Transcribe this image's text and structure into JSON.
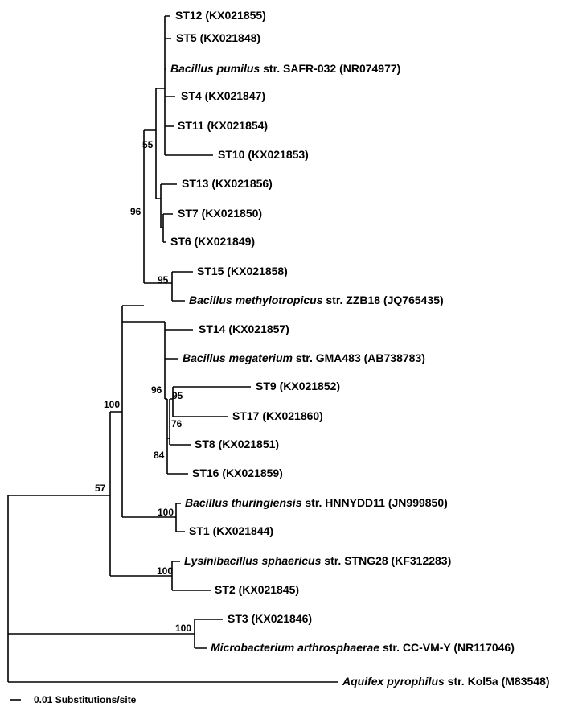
{
  "taxa": {
    "st12": {
      "id": "ST12",
      "acc": "(KX021855)"
    },
    "st5": {
      "id": "ST5",
      "acc": "(KX021848)"
    },
    "pumilus": {
      "genus_species": "Bacillus pumilus",
      "strain": " str. SAFR-032 (NR074977)"
    },
    "st4": {
      "id": "ST4",
      "acc": "(KX021847)"
    },
    "st11": {
      "id": "ST11",
      "acc": "(KX021854)"
    },
    "st10": {
      "id": "ST10",
      "acc": "(KX021853)"
    },
    "st13": {
      "id": "ST13",
      "acc": "(KX021856)"
    },
    "st7": {
      "id": "ST7",
      "acc": "(KX021850)"
    },
    "st6": {
      "id": "ST6",
      "acc": "(KX021849)"
    },
    "st15": {
      "id": "ST15",
      "acc": "(KX021858)"
    },
    "methylotropicus": {
      "genus_species": "Bacillus methylotropicus",
      "strain": " str. ZZB18 (JQ765435)"
    },
    "st14": {
      "id": "ST14",
      "acc": "(KX021857)"
    },
    "megaterium": {
      "genus_species": "Bacillus megaterium",
      "strain": " str. GMA483 (AB738783)"
    },
    "st9": {
      "id": "ST9",
      "acc": "(KX021852)"
    },
    "st17": {
      "id": "ST17",
      "acc": "(KX021860)"
    },
    "st8": {
      "id": "ST8",
      "acc": "(KX021851)"
    },
    "st16": {
      "id": "ST16",
      "acc": "(KX021859)"
    },
    "thuringiensis": {
      "genus_species": "Bacillus thuringiensis",
      "strain": " str. HNNYDD11 (JN999850)"
    },
    "st1": {
      "id": "ST1",
      "acc": "(KX021844)"
    },
    "lysinibacillus": {
      "genus_species": "Lysinibacillus sphaericus",
      "strain": " str. STNG28 (KF312283)"
    },
    "st2": {
      "id": "ST2",
      "acc": "(KX021845)"
    },
    "st3": {
      "id": "ST3",
      "acc": "(KX021846)"
    },
    "microbacterium": {
      "genus_species": "Microbacterium arthrosphaerae",
      "strain": " str. CC-VM-Y (NR117046)"
    },
    "aquifex": {
      "genus_species": "Aquifex pyrophilus",
      "strain": " str. Kol5a (M83548)"
    }
  },
  "bootstrap": {
    "b55": "55",
    "b96a": "96",
    "b95a": "95",
    "b100a": "100",
    "b96b": "96",
    "b95b": "95",
    "b76": "76",
    "b84": "84",
    "b57": "57",
    "b100b": "100",
    "b100c": "100",
    "b100d": "100"
  },
  "scale_bar": {
    "label": "0.01 Substitutions/site"
  }
}
